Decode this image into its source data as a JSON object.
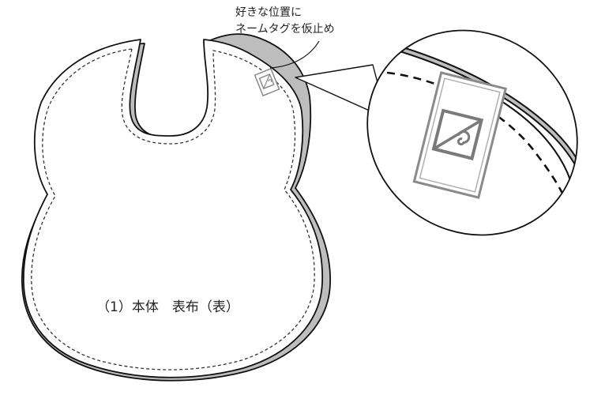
{
  "annotation": {
    "line1": "好きな位置に",
    "line2": "ネームタグを仮止め"
  },
  "caption": "（1）本体　表布（表）",
  "colors": {
    "outline": "#111111",
    "shadow": "#bdbdbd",
    "stitch": "#333333",
    "tag": "#8a8a8a",
    "background": "#ffffff"
  }
}
